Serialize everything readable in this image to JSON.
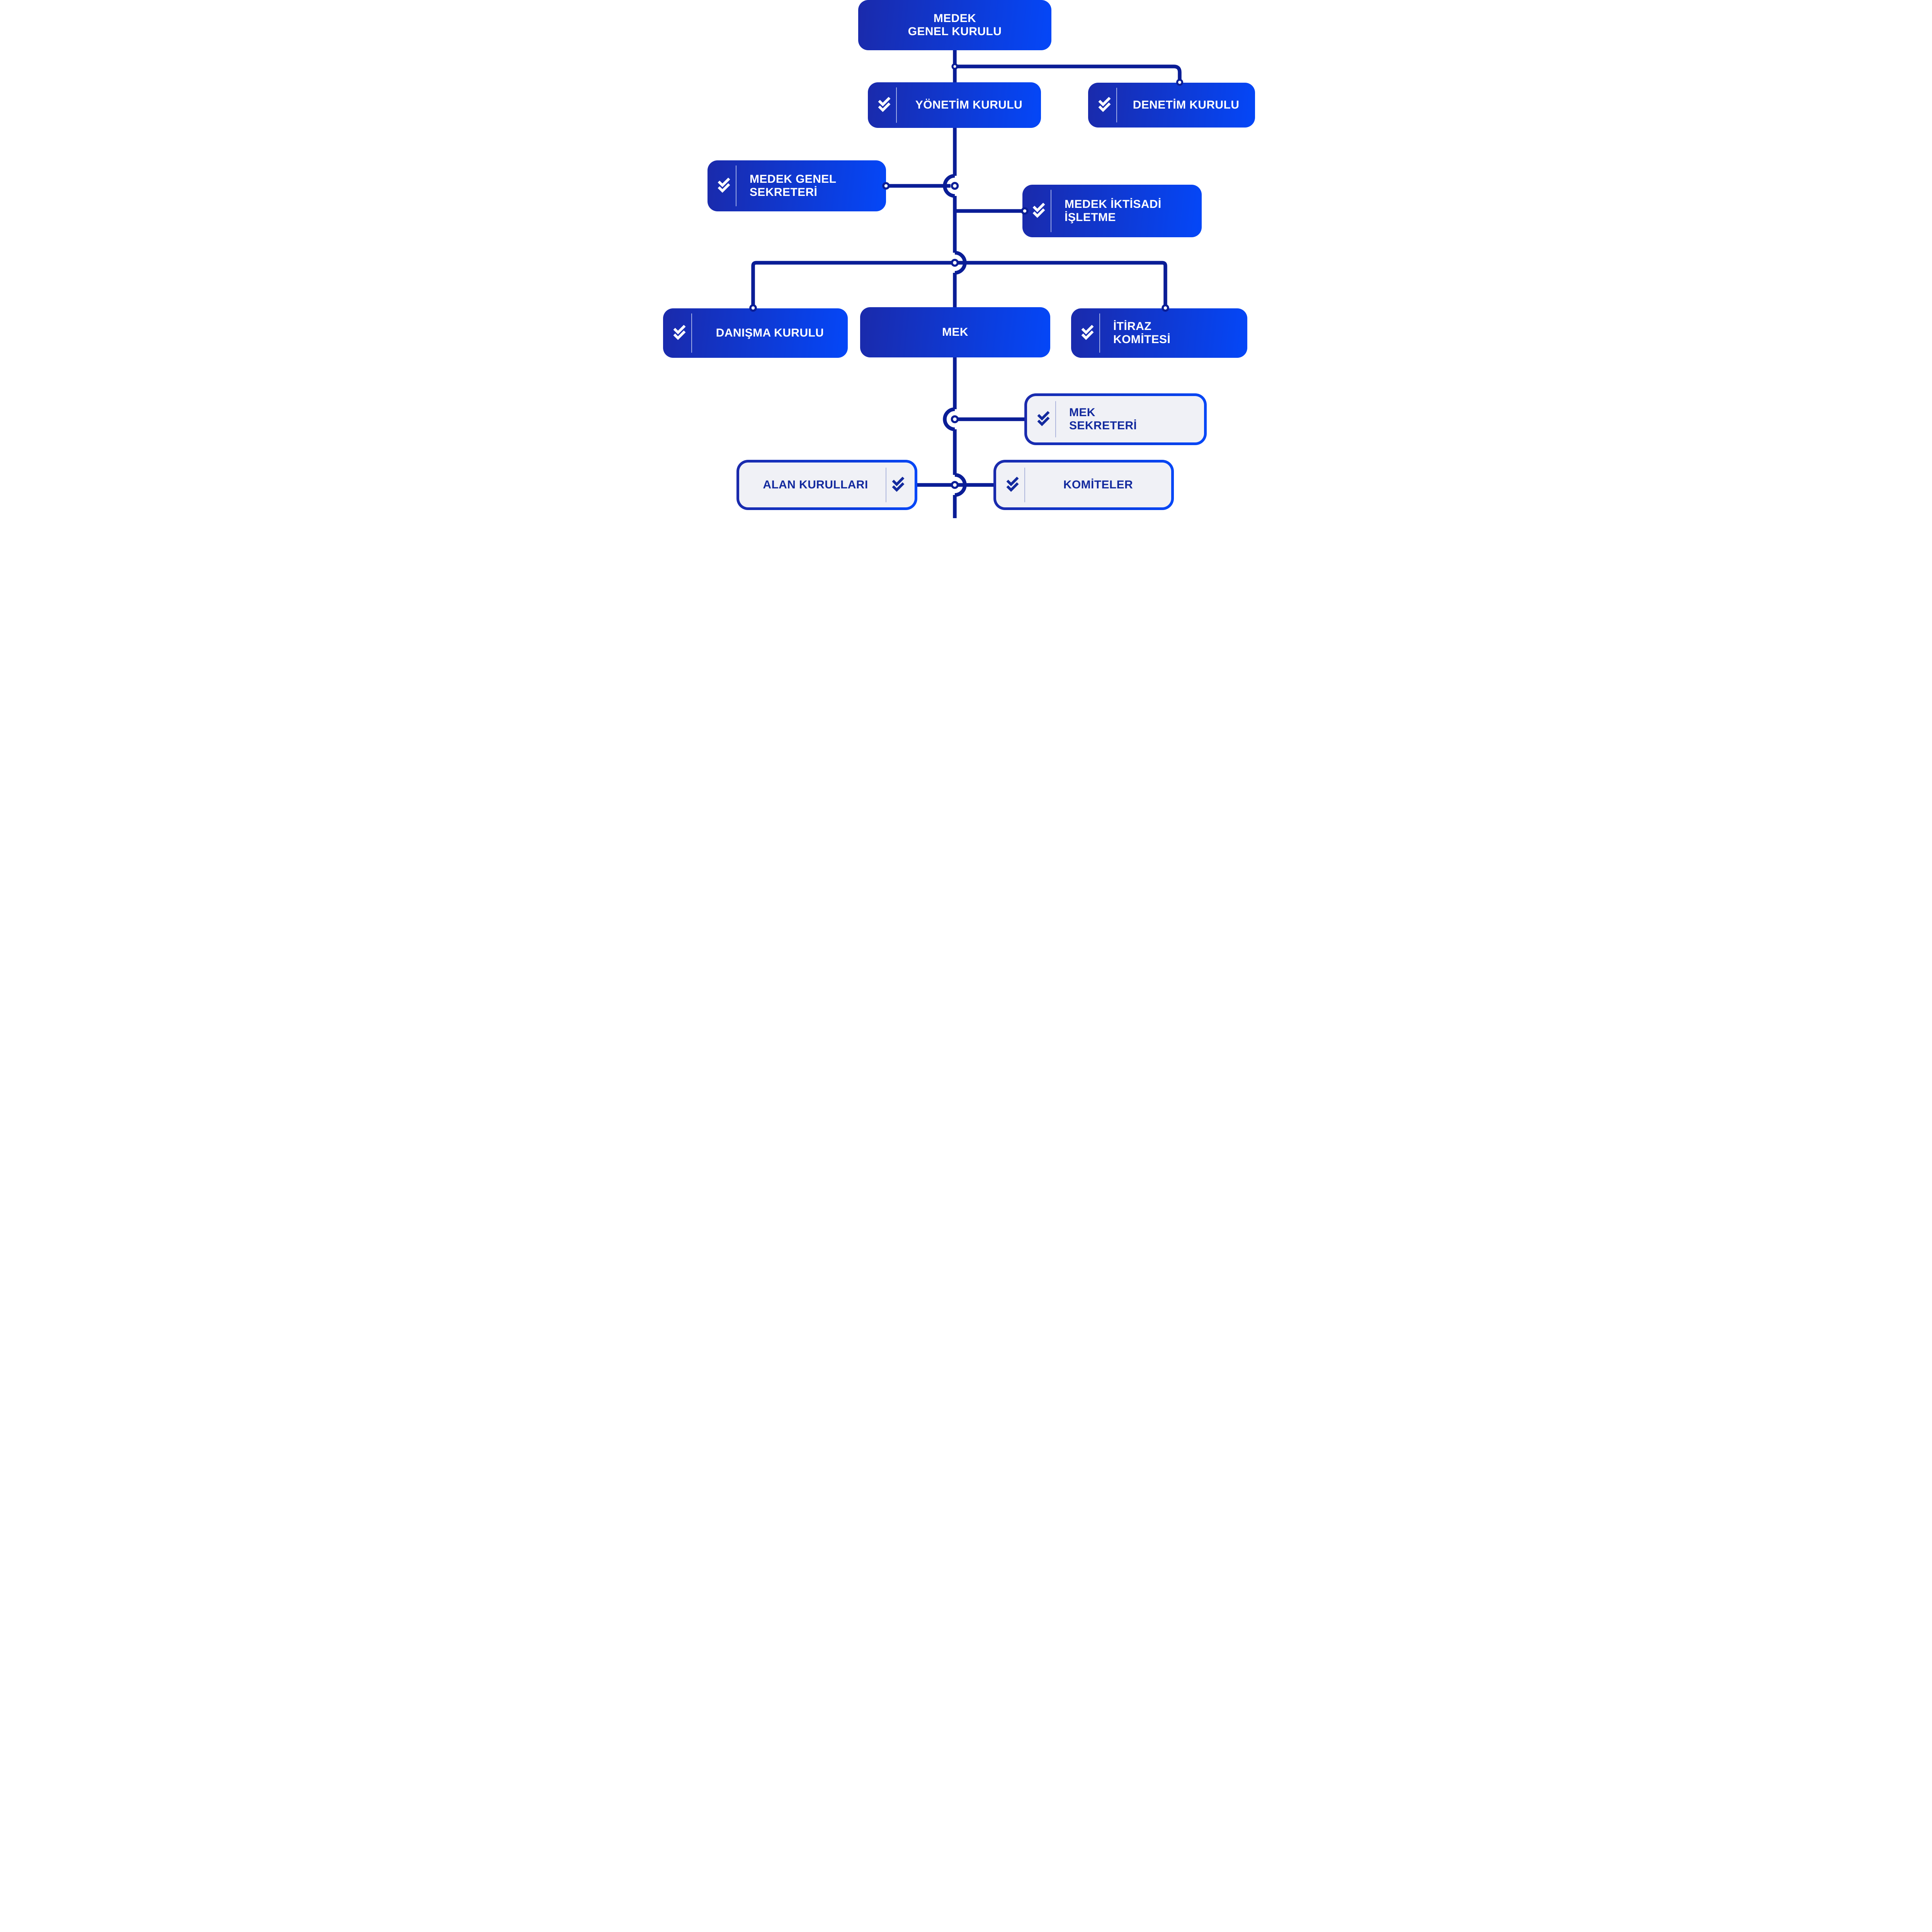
{
  "palette": {
    "grad_a": "#1A2AAB",
    "grad_b": "#0447F8",
    "line": "#0A1D96",
    "light_bg": "#F0F1F6",
    "navy_text": "#132A9E",
    "sep_on_blue": "rgba(240,244,255,0.65)",
    "sep_on_light": "rgba(19,42,158,0.30)"
  },
  "icons": {
    "box_marker": "double-check-down-icon"
  },
  "boxes": {
    "medek_genel_kurulu": {
      "line1": "MEDEK",
      "line2": "GENEL KURULU"
    },
    "yonetim_kurulu": {
      "label": "YÖNETİM KURULU"
    },
    "denetim_kurulu": {
      "label": "DENETİM KURULU"
    },
    "medek_genel_sekreteri": {
      "line1": "MEDEK GENEL",
      "line2": "SEKRETERİ"
    },
    "medek_iktisadi_isletme": {
      "line1": "MEDEK İKTİSADİ",
      "line2": "İŞLETME"
    },
    "danisma_kurulu": {
      "label": "DANIŞMA KURULU"
    },
    "mek": {
      "label": "MEK"
    },
    "itiraz_komitesi": {
      "line1": "İTİRAZ",
      "line2": "KOMİTESİ"
    },
    "mek_sekreteri": {
      "line1": "MEK",
      "line2": "SEKRETERİ"
    },
    "alan_kurullari": {
      "label": "ALAN KURULLARI"
    },
    "komiteler": {
      "label": "KOMİTELER"
    }
  }
}
